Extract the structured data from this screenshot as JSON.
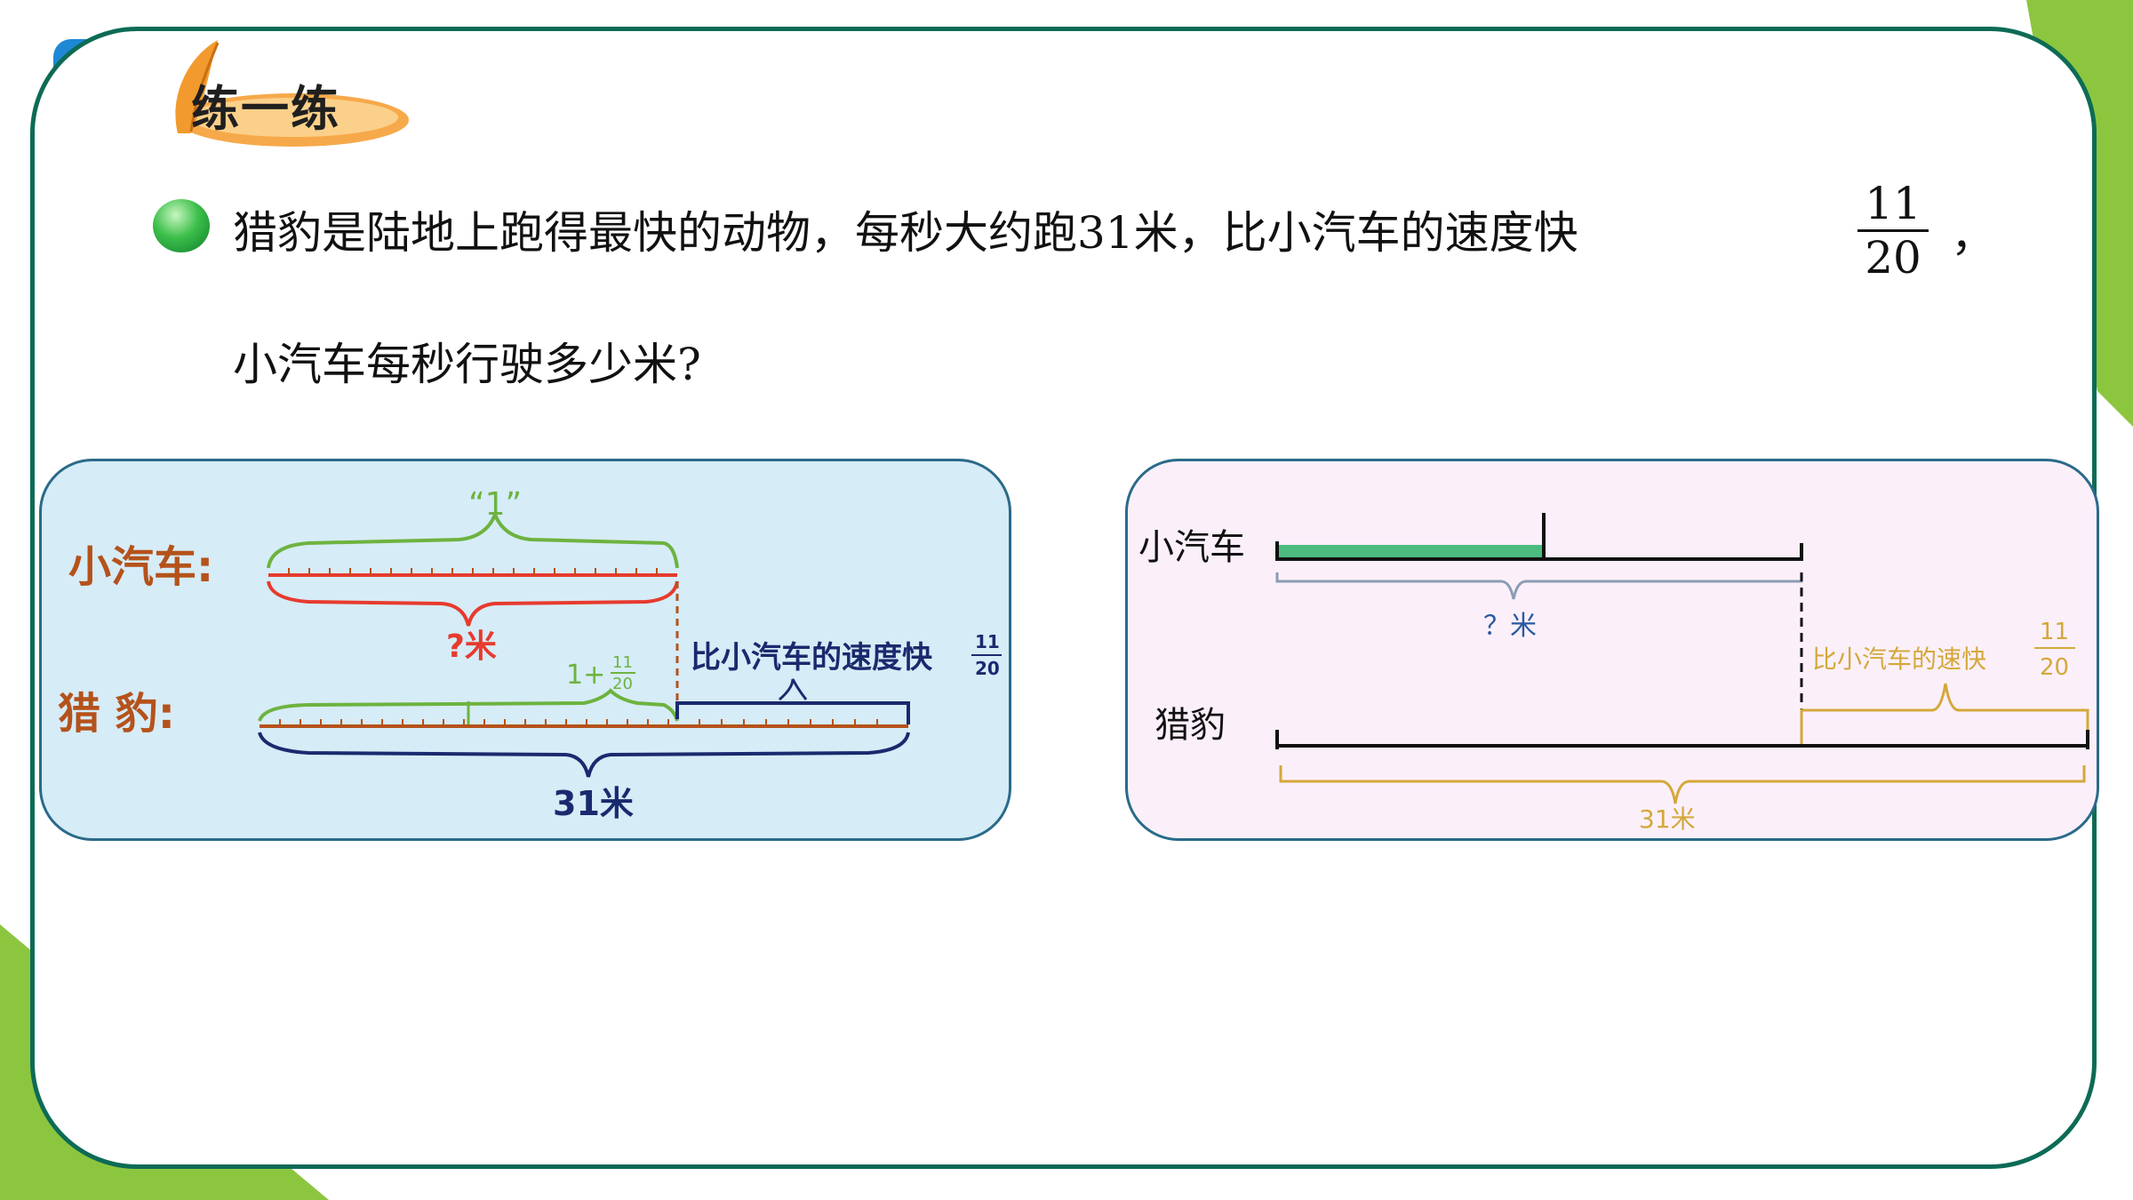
{
  "header": {
    "title": "练一练"
  },
  "question": {
    "line1": "猎豹是陆地上跑得最快的动物，每秒大约跑31米，比小汽车的速度快",
    "fraction_num": "11",
    "fraction_den": "20",
    "comma": "，",
    "line2": "小汽车每秒行驶多少米?"
  },
  "left_diagram": {
    "car_label": "小汽车:",
    "cheetah_label": "猎   豹:",
    "unit_one": "“1”",
    "car_unknown": "?米",
    "one_plus": "1+",
    "one_plus_num": "11",
    "one_plus_den": "20",
    "faster_text": "比小汽车的速度快",
    "faster_num": "11",
    "faster_den": "20",
    "total": "31米"
  },
  "right_diagram": {
    "car_label": "小汽车",
    "cheetah_label": "猎豹",
    "car_unknown": "？米",
    "faster_text": "比小汽车的速快",
    "faster_num": "11",
    "faster_den": "20",
    "total": "31米"
  },
  "colors": {
    "frame": "#0d6b55",
    "corner_green": "#8cc63f",
    "corner_blue": "#1e88d6",
    "left_panel_bg": "#d6ecf7",
    "right_panel_bg": "#fbf0fa",
    "hand_brown": "#b5521b",
    "hand_red": "#e63b2e",
    "hand_green": "#6db33f",
    "hand_navy": "#1a2a6e",
    "gold": "#d4a83a",
    "bar_green": "#4cbb7f",
    "brace_gray": "#8a9db3"
  }
}
